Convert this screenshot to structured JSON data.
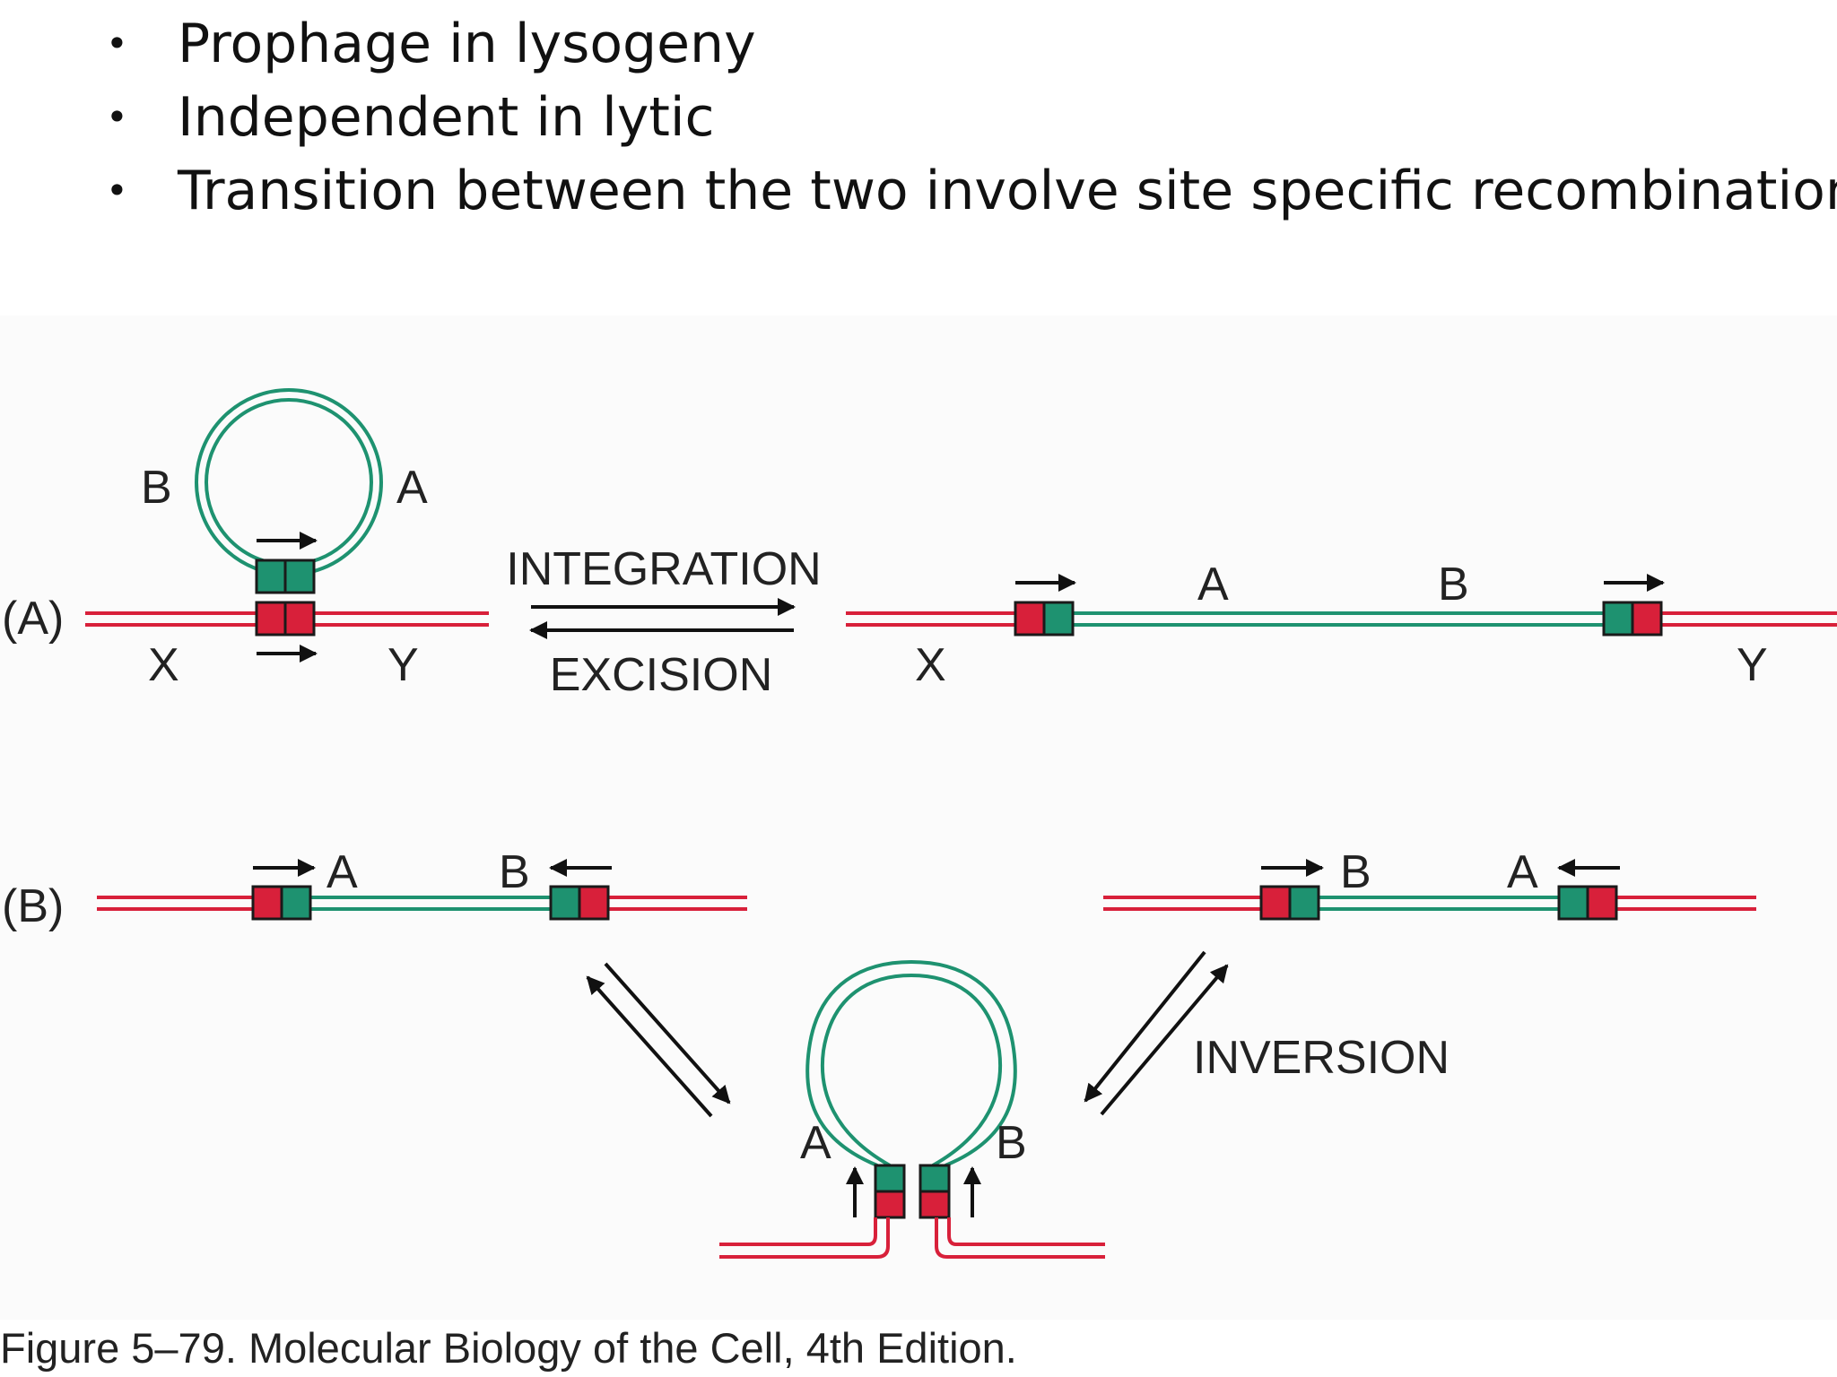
{
  "slide": {
    "bullets": [
      "Prophage in lysogeny",
      "Independent in lytic",
      "Transition between the two involve site specific recombination"
    ],
    "bullet_glyph": "•"
  },
  "diagram": {
    "panel_a": {
      "label": "(A)",
      "circle_label_left": "B",
      "circle_label_right": "A",
      "host_label_left": "X",
      "host_label_right": "Y",
      "forward_label": "INTEGRATION",
      "reverse_label": "EXCISION",
      "product_label_x": "X",
      "product_label_a": "A",
      "product_label_b": "B",
      "product_label_y": "Y"
    },
    "panel_b": {
      "label": "(B)",
      "left_label_a": "A",
      "left_label_b": "B",
      "right_label_b": "B",
      "right_label_a": "A",
      "loop_label_a": "A",
      "loop_label_b": "B",
      "inversion_label": "INVERSION"
    },
    "colors": {
      "host_dna": "#d8203a",
      "phage_dna": "#1e9270",
      "site_green": "#1e9270",
      "site_red": "#d8203a",
      "arrow": "#111111"
    }
  },
  "caption": "Figure 5–79. Molecular Biology of the Cell, 4th Edition."
}
